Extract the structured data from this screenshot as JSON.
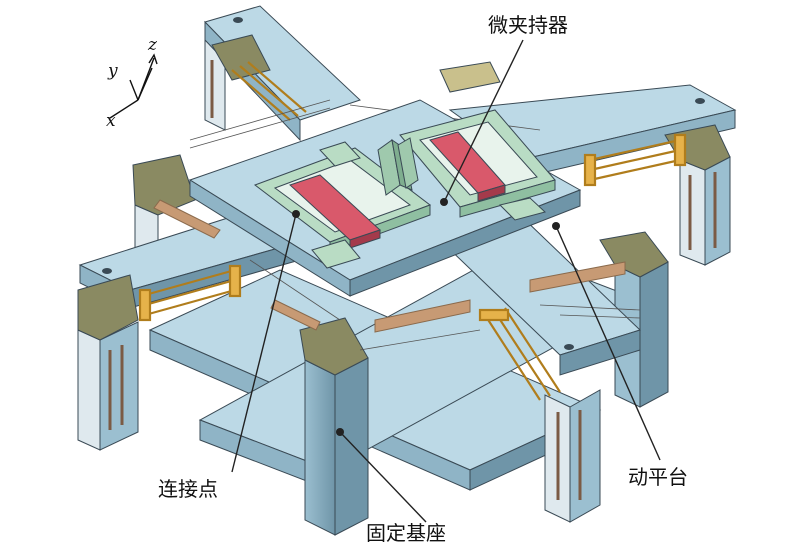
{
  "axes": {
    "x": "x",
    "y": "y",
    "z": "z"
  },
  "labels": {
    "micro_gripper": "微夹持器",
    "connection_point": "连接点",
    "moving_platform": "动平台",
    "fixed_base": "固定基座"
  },
  "colors": {
    "frame": "#bcd9e6",
    "frame_side": "#8fb4c6",
    "frame_dark": "#6f95a8",
    "piezo_block": "#8a8a62",
    "gripper": "#b9dcc4",
    "gripper_dark": "#8fbfa1",
    "jaw": "#d9596b",
    "spring": "#e6b24a",
    "rod": "#c79a74",
    "line": "#222222"
  }
}
